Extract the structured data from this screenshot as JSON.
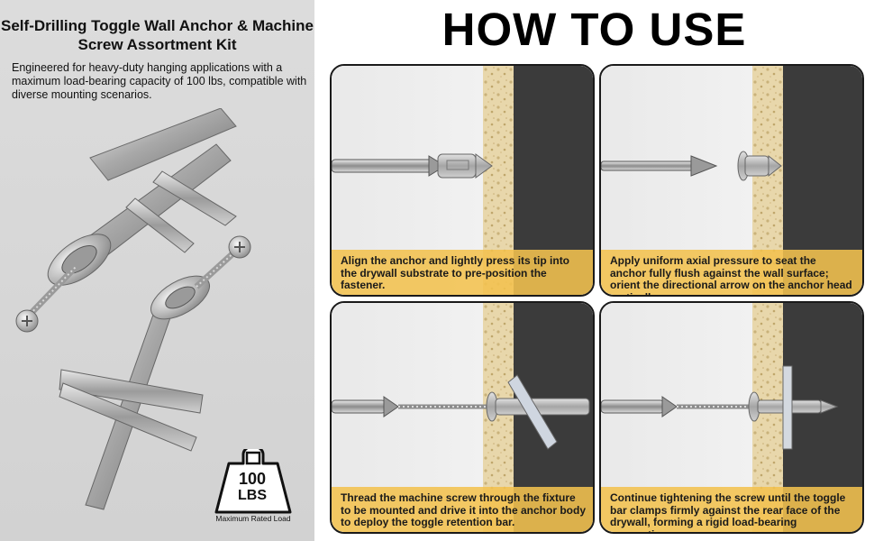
{
  "product": {
    "title": "Self-Drilling Toggle Wall Anchor & Machine Screw Assortment Kit",
    "description": "Engineered for heavy-duty hanging applications with a maximum load-bearing capacity of 100 lbs, compatible with diverse mounting scenarios.",
    "badge": {
      "value": "100",
      "unit": "LBS",
      "caption": "Maximum Rated Load",
      "icon": "weight-icon"
    }
  },
  "how_to": {
    "title": "HOW TO USE",
    "steps": [
      {
        "caption": "Align the anchor and lightly press its tip into the drywall substrate to pre-position the fastener."
      },
      {
        "caption": "Apply uniform axial pressure to seat the anchor fully flush against the wall surface; orient the directional arrow on the anchor head vertically."
      },
      {
        "caption": "Thread the machine screw through the fixture to be mounted and drive it into the anchor body to deploy the toggle retention bar."
      },
      {
        "caption": "Continue tightening the screw until the toggle bar clamps firmly against the rear face of the drywall, forming a rigid load-bearing connection."
      }
    ]
  },
  "colors": {
    "caption_bg": "#f2c24e",
    "wall_dark": "#3b3b3b",
    "drywall": "#e6d3a6",
    "left_panel_bg": "#d6d6d6"
  }
}
